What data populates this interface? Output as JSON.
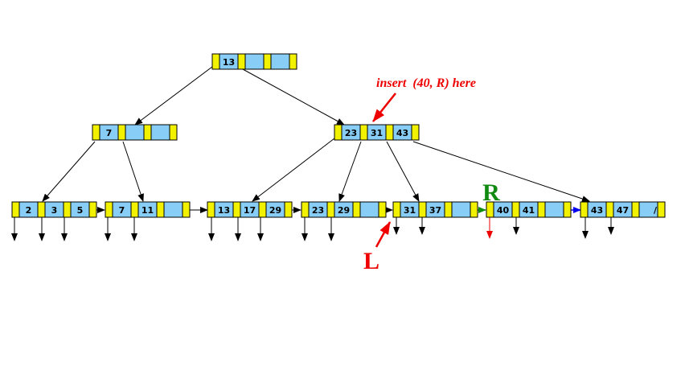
{
  "colors": {
    "pointer_cell": "#f2f200",
    "key_cell": "#87cdf5",
    "edge": "#000000",
    "highlight_red": "#ee0000",
    "highlight_green": "#108a10",
    "highlight_blue": "#0000ee"
  },
  "root": {
    "keys": [
      "13",
      "",
      ""
    ]
  },
  "internal_left": {
    "keys": [
      "7",
      "",
      ""
    ]
  },
  "internal_right": {
    "keys": [
      "23",
      "31",
      "43"
    ]
  },
  "leaves": [
    {
      "keys": [
        "2",
        "3",
        "5"
      ]
    },
    {
      "keys": [
        "7",
        "11",
        ""
      ]
    },
    {
      "keys": [
        "13",
        "17",
        "29"
      ]
    },
    {
      "keys": [
        "23",
        "29",
        ""
      ]
    },
    {
      "keys": [
        "31",
        "37",
        ""
      ]
    },
    {
      "keys": [
        "40",
        "41",
        ""
      ]
    },
    {
      "keys": [
        "43",
        "47",
        ""
      ]
    }
  ],
  "annotation": {
    "insert_text": "insert  (40, R) here"
  },
  "labels": {
    "left_leaf": "L",
    "right_leaf": "R"
  },
  "null_pointer_mark": "/"
}
